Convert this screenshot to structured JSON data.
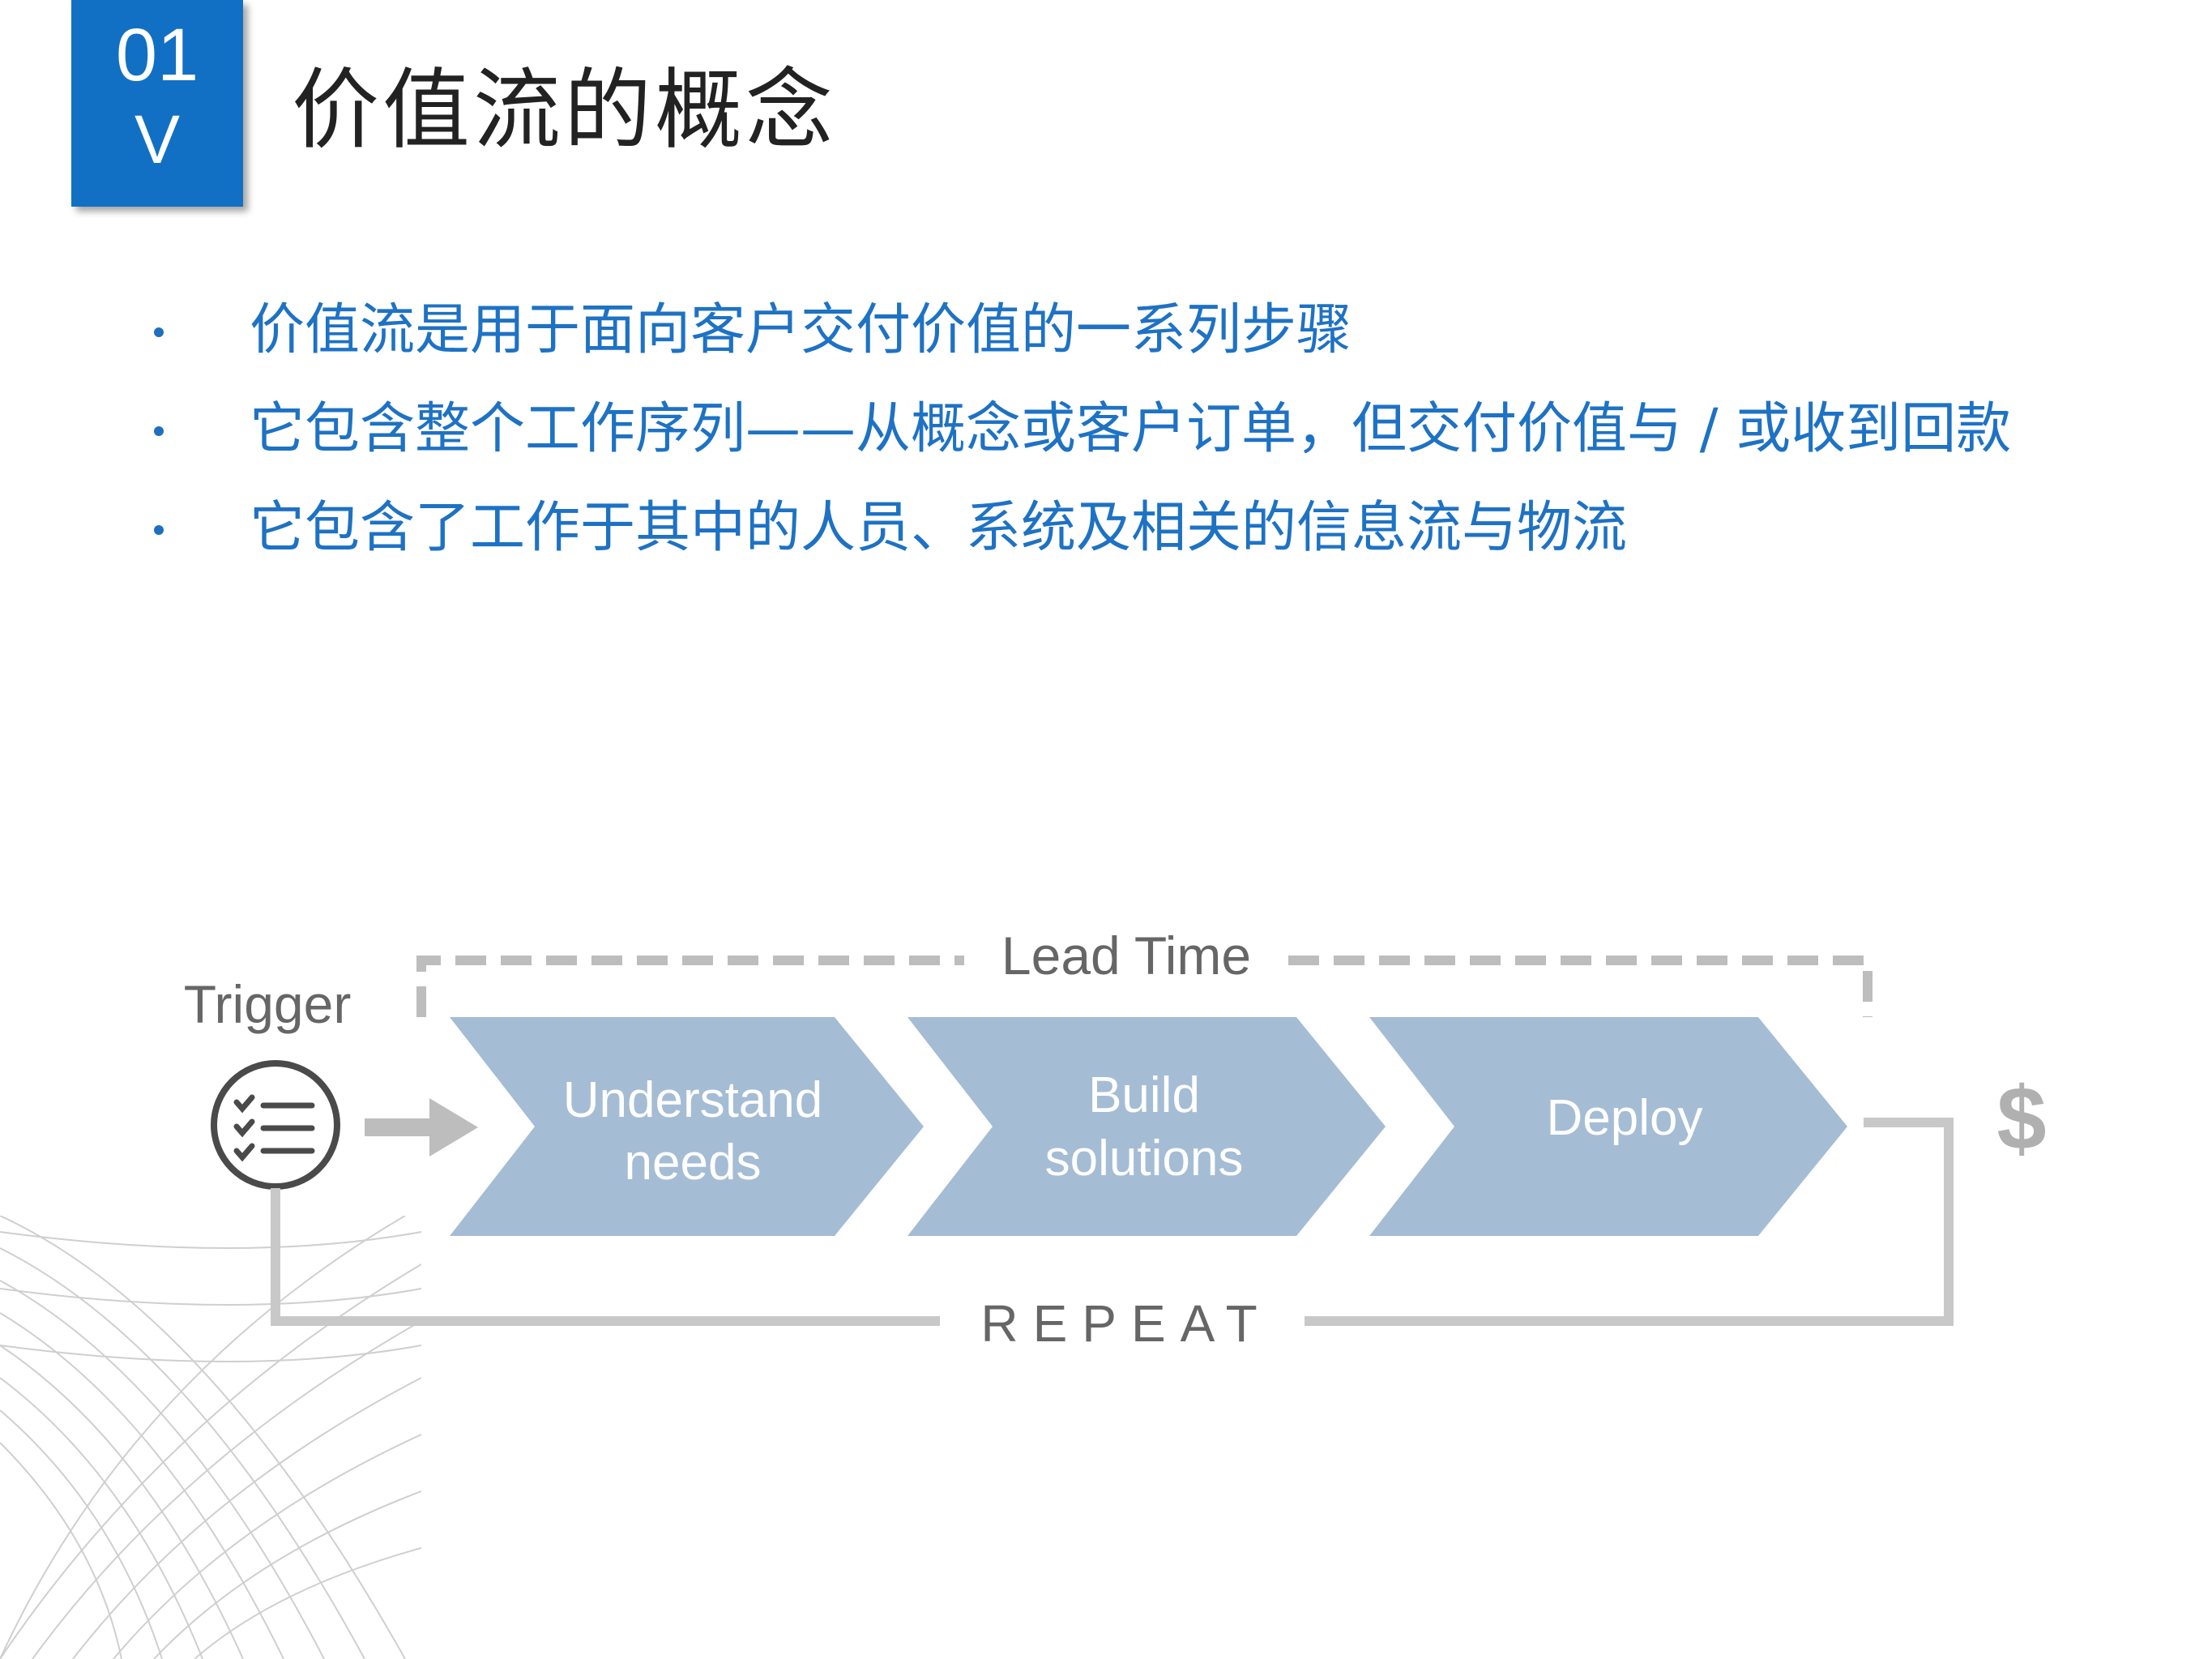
{
  "badge": {
    "number": "01",
    "letter": "V"
  },
  "title": "价值流的概念",
  "bullets": [
    "价值流是用于面向客户交付价值的一系列步骤",
    "它包含整个工作序列——从概念或客户订单，但交付价值与 / 或收到回款",
    "它包含了工作于其中的人员、系统及相关的信息流与物流"
  ],
  "diagram": {
    "lead_time": "Lead Time",
    "trigger": "Trigger",
    "steps": [
      {
        "line1": "Understand",
        "line2": "needs"
      },
      {
        "line1": "Build",
        "line2": "solutions"
      },
      {
        "line1": "Deploy",
        "line2": ""
      }
    ],
    "dollar": "$",
    "repeat": "REPEAT",
    "colors": {
      "chevron": "#a5bcd5",
      "line": "#bdbdbd",
      "label": "#666666",
      "accent": "#1170c4"
    }
  }
}
